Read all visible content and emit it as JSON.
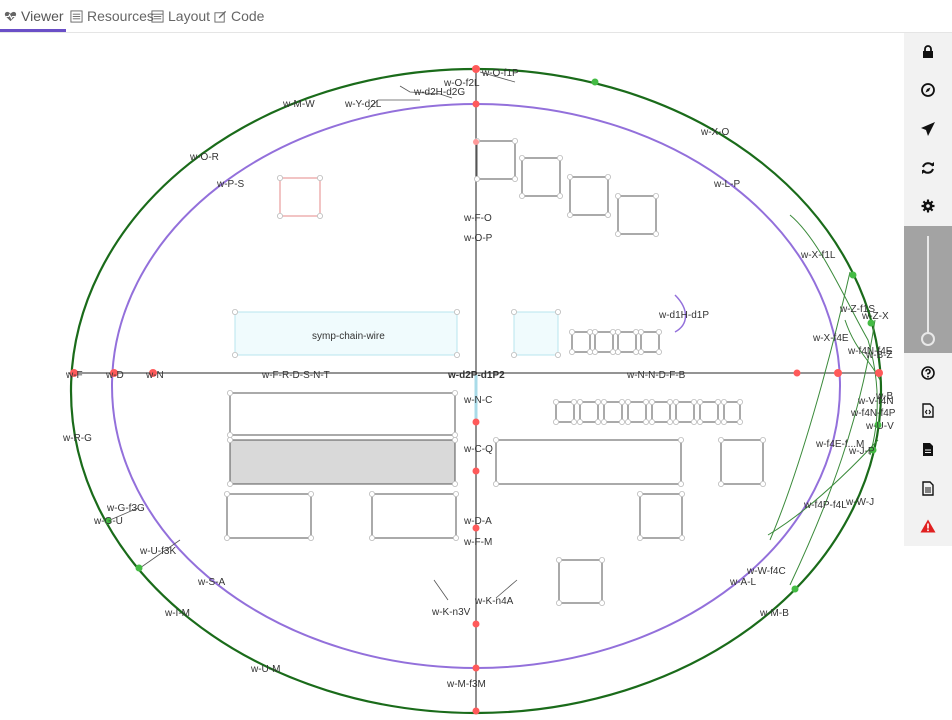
{
  "tabs": [
    {
      "label": "Viewer",
      "icon": "heartbeat-icon",
      "active": true
    },
    {
      "label": "Resources",
      "icon": "list-icon",
      "active": false
    },
    {
      "label": "Layout",
      "icon": "layout-icon",
      "active": false
    },
    {
      "label": "Code",
      "icon": "edit-icon",
      "active": false
    }
  ],
  "toolbar": {
    "buttons": [
      "lock-icon",
      "compass-icon",
      "send-icon",
      "refresh-icon",
      "gear-icon"
    ],
    "zoom_level": 0.05,
    "bottom_buttons": [
      "help-icon",
      "file-code-icon",
      "file-icon",
      "file-text-icon",
      "warning-icon"
    ]
  },
  "colors": {
    "accent": "#6a4fc7",
    "outer_ring": "#1a6b1a",
    "inner_ring": "#9370db",
    "node_red": "#ff5a5a",
    "node_green": "#44bb44"
  },
  "diagram": {
    "labels": {
      "w_o_f1p": "w-O-f1P",
      "w_o_f2l": "w-O-f2L",
      "w_d2h_d2g": "w-d2H-d2G",
      "w_y_d2l": "w-Y-d2L",
      "w_m_w": "w-M-W",
      "w_o_r": "w-O-R",
      "w_p_s": "w-P-S",
      "w_x_o": "w-X-O",
      "w_l_p": "w-L-P",
      "w_f_o": "w-F-O",
      "w_o_p": "w-O-P",
      "w_x_f1l": "w-X-f1L",
      "w_z_f1s": "w-Z-f1S",
      "w_z_x": "w-Z-X",
      "w_x_f4e": "w-X-f4E",
      "w_f4n_f4e": "w-f4N-f4E",
      "w_b_z": "w-B-Z",
      "w_d1h_d1p": "w-d1H-d1P",
      "symp": "symp-chain-wire",
      "w_f": "w-F",
      "w_d": "w-D",
      "w_n": "w-N",
      "w_f_r_d_s_n_t": "w-F-R-D-S-N-T",
      "w_d2p_d1p2": "w-d2P-d1P2",
      "w_n_n_d_f_b": "w-N-N-D-F-B",
      "w_n_c": "w-N-C",
      "w_b": "w-B",
      "w_v_f4n": "w-V-f4N",
      "w_f4n_f4p": "w-f4N-f4P",
      "w_u_v": "w-U-V",
      "w_f4e_f_m": "w-f4E-f...M",
      "w_j_p": "w-J-P",
      "w_r_g": "w-R-G",
      "w_c_q": "w-C-Q",
      "w_g_f3g": "w-G-f3G",
      "w_g_u": "w-G-U",
      "w_d_a": "w-D-A",
      "w_f4p_f4l": "w-f4P-f4L",
      "w_w_j": "w-W-J",
      "w_f_m": "w-F-M",
      "w_u_f3k": "w-U-f3K",
      "w_w_f4c": "w-W-f4C",
      "w_s_a": "w-S-A",
      "w_a_l": "w-A-L",
      "w_k_n4a": "w-K-n4A",
      "w_k_n3v": "w-K-n3V",
      "w_i_m": "w-I-M",
      "w_m_b": "w-M-B",
      "w_u_m": "w-U-M",
      "w_m_f3m": "w-M-f3M"
    }
  }
}
